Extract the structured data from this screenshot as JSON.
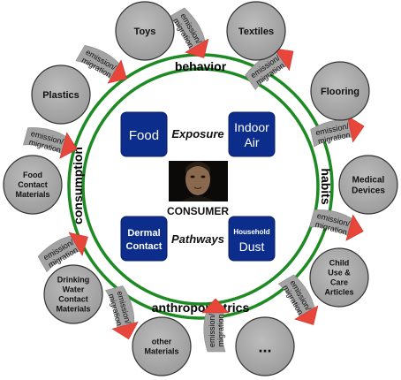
{
  "ring": {
    "top_label": "behavior",
    "right_label": "habits",
    "left_label": "consumption",
    "bottom_label": "anthropometrics",
    "color": "#1e8a24"
  },
  "center": {
    "exposure_label": "Exposure",
    "pathways_label": "Pathways",
    "consumer_label": "CONSUMER",
    "boxes": {
      "food": [
        "Food"
      ],
      "indoor_air": [
        "Indoor",
        "Air"
      ],
      "dermal_contact": [
        "Dermal",
        "Contact"
      ],
      "household_dust": [
        "Household",
        "Dust"
      ]
    },
    "box_color": "#0d2d8c"
  },
  "sources": [
    {
      "id": "toys",
      "lines": [
        "Toys"
      ]
    },
    {
      "id": "textiles",
      "lines": [
        "Textiles"
      ]
    },
    {
      "id": "plastics",
      "lines": [
        "Plastics"
      ]
    },
    {
      "id": "flooring",
      "lines": [
        "Flooring"
      ]
    },
    {
      "id": "food-contact-materials",
      "lines": [
        "Food",
        "Contact",
        "Materials"
      ]
    },
    {
      "id": "medical-devices",
      "lines": [
        "Medical",
        "Devices"
      ]
    },
    {
      "id": "drinking-water-contact-materials",
      "lines": [
        "Drinking",
        "Water",
        "Contact",
        "Materials"
      ]
    },
    {
      "id": "child-use-care-articles",
      "lines": [
        "Child",
        "Use &",
        "Care",
        "Articles"
      ]
    },
    {
      "id": "other-materials",
      "lines": [
        "other",
        "Materials"
      ]
    },
    {
      "id": "more",
      "lines": [
        "..."
      ]
    }
  ],
  "arrow_label": [
    "emission/",
    "migration"
  ],
  "colors": {
    "node_fill": "#a6a6a6",
    "arrow_gray": "#9a9a9a",
    "arrow_red": "#e8463a"
  }
}
